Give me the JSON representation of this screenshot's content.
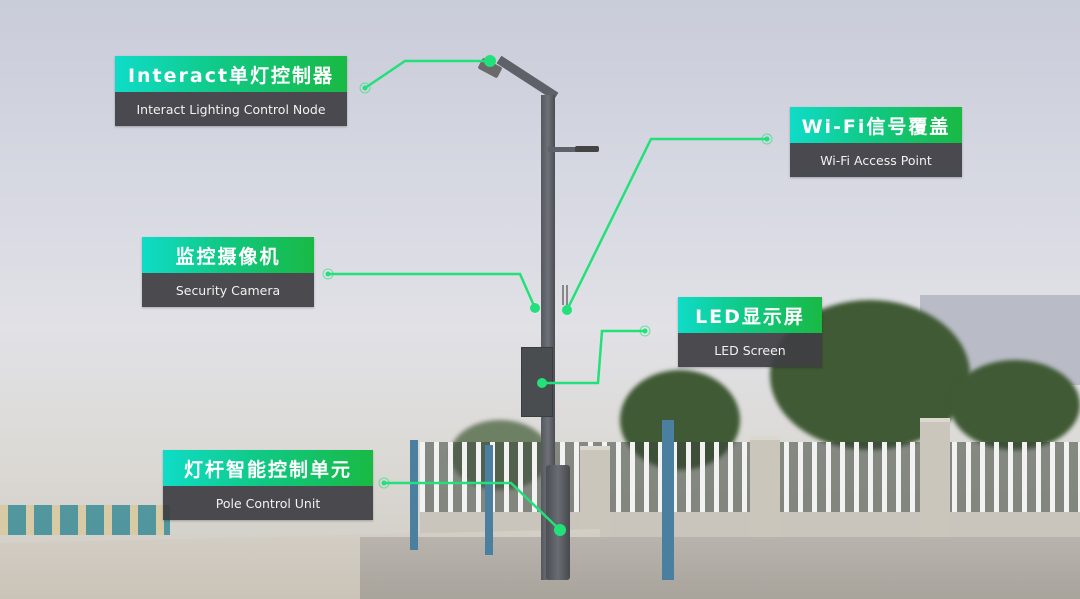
{
  "colors": {
    "accent_green": "#22e07a",
    "label_gradient_start": "#0fdcc8",
    "label_gradient_end": "#19b944",
    "label_sub_bg": "#3e3e44"
  },
  "callouts": [
    {
      "id": "lighting-control-node",
      "zh": "Interact单灯控制器",
      "en": "Interact Lighting Control Node"
    },
    {
      "id": "wifi-access-point",
      "zh": "Wi-Fi信号覆盖",
      "en": "Wi-Fi Access Point"
    },
    {
      "id": "security-camera",
      "zh": "监控摄像机",
      "en": "Security Camera"
    },
    {
      "id": "led-screen",
      "zh": "LED显示屏",
      "en": "LED Screen"
    },
    {
      "id": "pole-control-unit",
      "zh": "灯杆智能控制单元",
      "en": "Pole Control Unit"
    }
  ]
}
